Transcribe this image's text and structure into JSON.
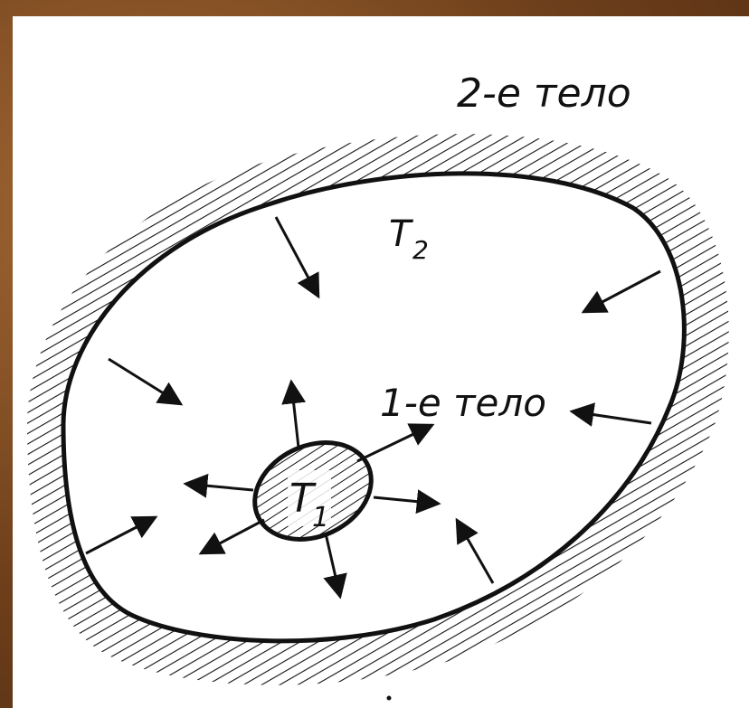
{
  "labels": {
    "body2": "2-е тело",
    "body1": "1-е тело",
    "temp2_base": "T",
    "temp2_sub": "2",
    "temp1_base": "T",
    "temp1_sub": "1"
  },
  "colors": {
    "ink": "#111111",
    "paper": "#ffffff",
    "frame": "#7a4a22"
  }
}
